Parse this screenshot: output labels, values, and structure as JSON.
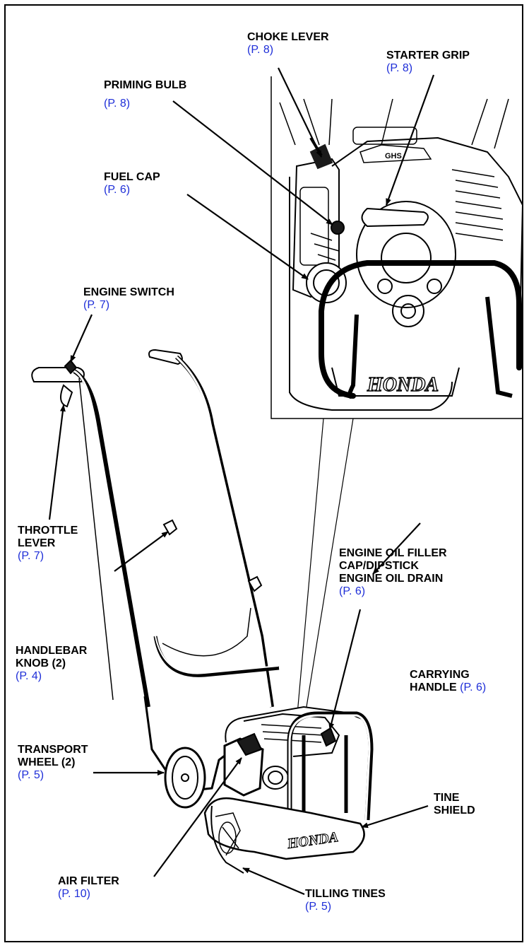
{
  "brand_text": "HONDA",
  "colors": {
    "reference": "#1e2ed8",
    "ink": "#000000",
    "fill_dark": "#1a1a1a",
    "paper": "#ffffff"
  },
  "labels": {
    "choke_lever": {
      "name": "CHOKE LEVER",
      "page": "(P. 8)"
    },
    "starter_grip": {
      "name": "STARTER GRIP",
      "page": "(P. 8)"
    },
    "priming_bulb": {
      "name": "PRIMING BULB",
      "page": "(P. 8)"
    },
    "fuel_cap": {
      "name": "FUEL CAP",
      "page": "(P. 6)"
    },
    "engine_switch": {
      "name": "ENGINE SWITCH",
      "page": "(P. 7)"
    },
    "throttle_lever": {
      "name_line1": "THROTTLE",
      "name_line2": "LEVER",
      "page": "(P. 7)"
    },
    "engine_oil": {
      "line1": "ENGINE OIL FILLER",
      "line2": "CAP/DIPSTICK",
      "line3": "ENGINE OIL DRAIN",
      "page": "(P. 6)"
    },
    "handlebar_knob": {
      "name_line1": "HANDLEBAR",
      "name_line2": "KNOB (2)",
      "page": "(P. 4)"
    },
    "carrying_handle": {
      "name_line1": "CARRYING",
      "name_line2": "HANDLE",
      "page": "(P. 6)"
    },
    "transport_wheel": {
      "name_line1": "TRANSPORT",
      "name_line2": "WHEEL (2)",
      "page": "(P. 5)"
    },
    "tine_shield": {
      "name_line1": "TINE",
      "name_line2": "SHIELD"
    },
    "air_filter": {
      "name": "AIR FILTER",
      "page": "(P. 10)"
    },
    "tilling_tines": {
      "name": "TILLING TINES",
      "page": "(P. 5)"
    }
  }
}
